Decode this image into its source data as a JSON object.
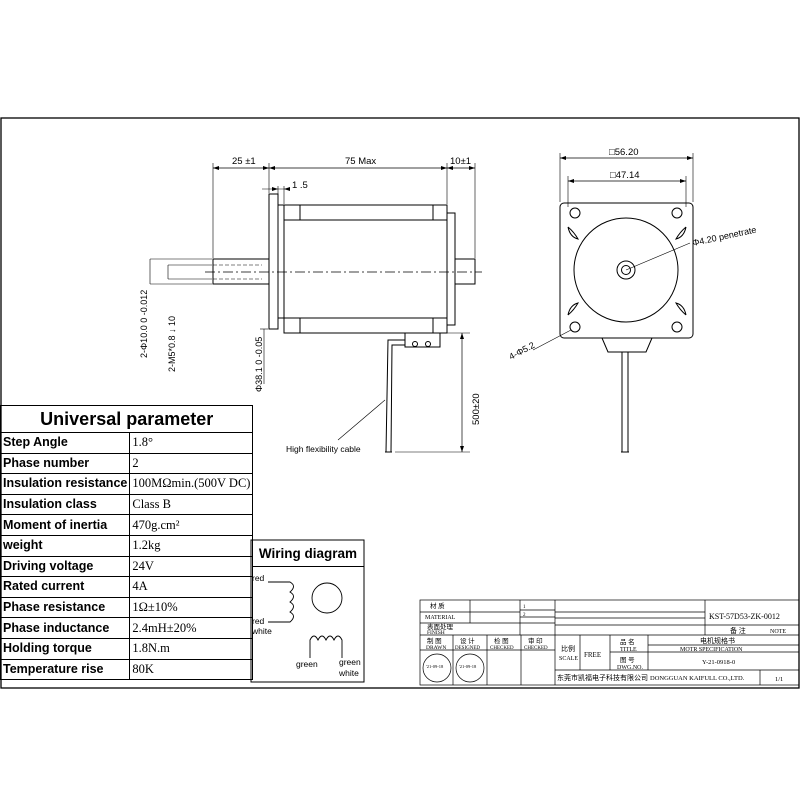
{
  "side_view": {
    "dim_flange": "25 ±1",
    "dim_body": "75 Max",
    "dim_rear": "10±1",
    "dim_boss": "1 .5",
    "dim_shaft_dia": "2-Φ10.0 0 -0.012",
    "dim_thread": "2-M5*0.8 ↓ 10",
    "dim_pilot": "Φ38.1 0 -0.05",
    "dim_cable": "500±20",
    "cable_label": "High flexibility cable"
  },
  "front_view": {
    "dim_outer": "□56.20",
    "dim_holes": "□47.14",
    "dim_hole_dia": "Φ4.20 penetrate",
    "dim_mount": "4-Φ5.2"
  },
  "param_table": {
    "title": "Universal parameter",
    "rows": [
      {
        "label": "Step Angle",
        "value": "1.8°"
      },
      {
        "label": "Phase number",
        "value": "2"
      },
      {
        "label": "Insulation resistance",
        "value": "100MΩmin.(500V DC)"
      },
      {
        "label": "Insulation class",
        "value": "Class B"
      },
      {
        "label": "Moment of inertia",
        "value": "470g.cm²"
      },
      {
        "label": "weight",
        "value": "1.2kg"
      },
      {
        "label": "Driving voltage",
        "value": "24V"
      },
      {
        "label": "Rated current",
        "value": "4A"
      },
      {
        "label": "Phase resistance",
        "value": "1Ω±10%"
      },
      {
        "label": "Phase inductance",
        "value": "2.4mH±20%"
      },
      {
        "label": "Holding torque",
        "value": "1.8N.m"
      },
      {
        "label": "Temperature rise",
        "value": "80K"
      }
    ]
  },
  "wiring": {
    "title": "Wiring diagram",
    "red_top": "red",
    "red_mid": "red",
    "white_mid": "white",
    "green_left": "green",
    "green_right": "green",
    "white_right": "white"
  },
  "title_block": {
    "material_cn": "材 质",
    "material_en": "MATERIAL",
    "finish_cn": "表面处理",
    "finish_en": "FINISH",
    "drawn_cn": "制 图",
    "drawn_en": "DRAWN",
    "designed_cn": "设 计",
    "designed_en": "DESIGNED",
    "checked_cn": "检 图",
    "checked_en": "CHECKED",
    "checked2_cn": "审 印",
    "checked2_en": "CHECKED",
    "scale_cn": "比例",
    "scale_en": "SCALE",
    "scale_value": "FREE",
    "title_cn": "品 名",
    "title_en": "TITLE",
    "dwg_cn": "图 号",
    "dwg_en": "DWG.NO.",
    "part_no": "KST-57D53-ZK-0012",
    "remark_cn": "备 注",
    "remark_en": "NOTE",
    "spec_cn": "电机规格书",
    "spec_en": "MOTR SPECIFICATION",
    "dwg_no": "Y-21-0918-0",
    "company_cn": "东莞市凯福电子科技有限公司",
    "company_en": "DONGGUAN KAIFULL CO.,LTD.",
    "sheet": "1/1",
    "date": "'21-09-18",
    "rev_a": "1",
    "rev_b": "2"
  }
}
